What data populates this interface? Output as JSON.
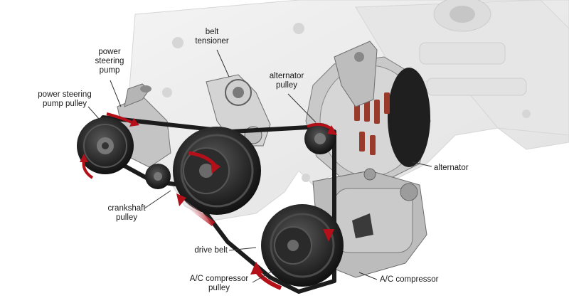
{
  "labels": {
    "power_steering_pump": "power\nsteering\npump",
    "power_steering_pump_pulley": "power steering\npump pulley",
    "belt_tensioner": "belt\ntensioner",
    "alternator_pulley": "alternator\npulley",
    "alternator": "alternator",
    "crankshaft_pulley": "crankshaft\npulley",
    "drive_belt": "drive belt",
    "ac_compressor_pulley": "A/C compressor\npulley",
    "ac_compressor": "A/C compressor"
  },
  "colors": {
    "belt": "#1c1c1c",
    "arrow": "#b3101a",
    "engine": "#e9e9e9",
    "metal": "#bdbdbd",
    "pulley": "#2a2a2a",
    "copper": "#9a3a2a"
  }
}
